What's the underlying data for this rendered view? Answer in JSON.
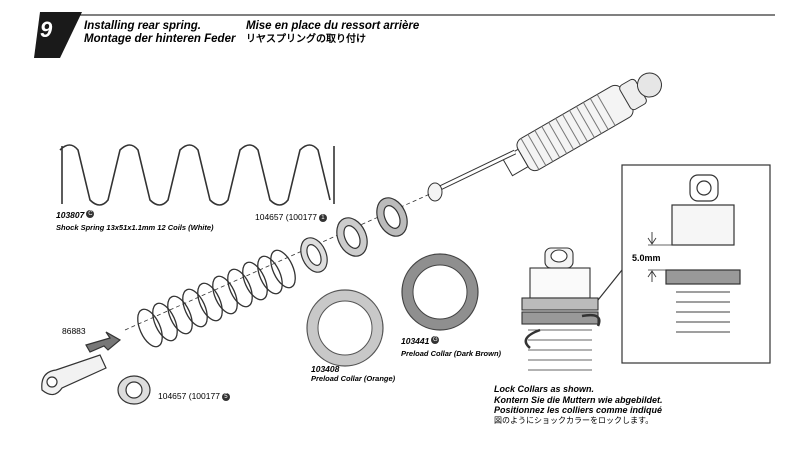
{
  "step": {
    "number": "9"
  },
  "titles": {
    "en": "Installing rear spring.",
    "de": "Montage der hinteren Feder",
    "fr": "Mise en place du ressort arrière",
    "jp": "リヤスプリングの取り付け"
  },
  "parts": {
    "spring": {
      "number": "103807",
      "badge": "C",
      "desc": "Shock Spring 13x51x1.1mm 12 Coils (White)"
    },
    "collar_upper": {
      "number": "104657",
      "alt": "(100177",
      "badge": "1"
    },
    "collar_lower": {
      "number": "104657",
      "alt": "(100177",
      "badge": "5"
    },
    "rod_end": {
      "number": "86883"
    },
    "preload_orange": {
      "number": "103408",
      "desc": "Preload Collar (Orange)"
    },
    "preload_brown": {
      "number": "103441",
      "badge": "G",
      "desc": "Preload Collar (Dark Brown)"
    }
  },
  "measurement": {
    "value": "5.0mm"
  },
  "note": {
    "en": "Lock Collars as shown.",
    "de": "Kontern Sie die Muttern wie abgebildet.",
    "fr": "Positionnez les colliers comme indiqué",
    "jp": "図のようにショックカラーをロックします。"
  },
  "colors": {
    "orange_collar": "#c8c8c8",
    "brown_collar": "#8f8f8f",
    "badge": "#1a1a1a"
  }
}
